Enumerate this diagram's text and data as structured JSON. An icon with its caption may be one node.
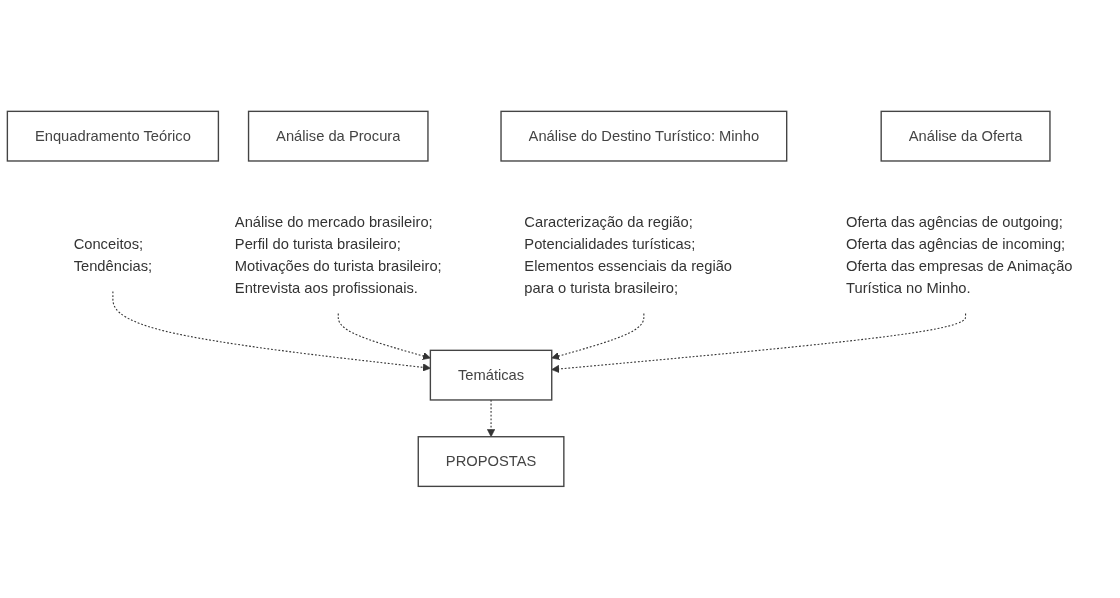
{
  "diagram": {
    "nodes": [
      {
        "text": [
          "Enquadramento Teórico"
        ]
      },
      {
        "text": [
          "Análise da Procura"
        ]
      },
      {
        "text": [
          "Análise do Destino Turístico: Minho"
        ]
      },
      {
        "text": [
          "Análise da Oferta"
        ]
      },
      {
        "text": [
          "Conceitos;",
          "Tendências;"
        ]
      },
      {
        "text": [
          "Análise do mercado brasileiro;",
          "Perfil do turista brasileiro;",
          "Motivações do turista brasileiro;",
          "Entrevista aos profissionais."
        ]
      },
      {
        "text": [
          "Caracterização da região;",
          "Potencialidades turísticas;",
          "Elementos essenciais da região para o turista brasileiro;"
        ]
      },
      {
        "text": [
          "Oferta das agências de outgoing;",
          "Oferta das agências de incoming;",
          "Oferta das empresas de Animação Turística no Minho."
        ]
      },
      {
        "text": [
          "Temáticas"
        ]
      },
      {
        "text": [
          "PROPOSTAS"
        ]
      }
    ],
    "edges": [
      {
        "from": 4,
        "to": 8,
        "arrow": "to",
        "style": "dashed"
      },
      {
        "from": 5,
        "to": 8,
        "arrow": "to",
        "style": "dashed"
      },
      {
        "from": 6,
        "to": 8,
        "arrow": "to",
        "style": "dashed"
      },
      {
        "from": 7,
        "to": 8,
        "arrow": "to",
        "style": "dashed"
      },
      {
        "from": 8,
        "to": 9,
        "arrow": "to",
        "style": "dashed"
      }
    ]
  }
}
